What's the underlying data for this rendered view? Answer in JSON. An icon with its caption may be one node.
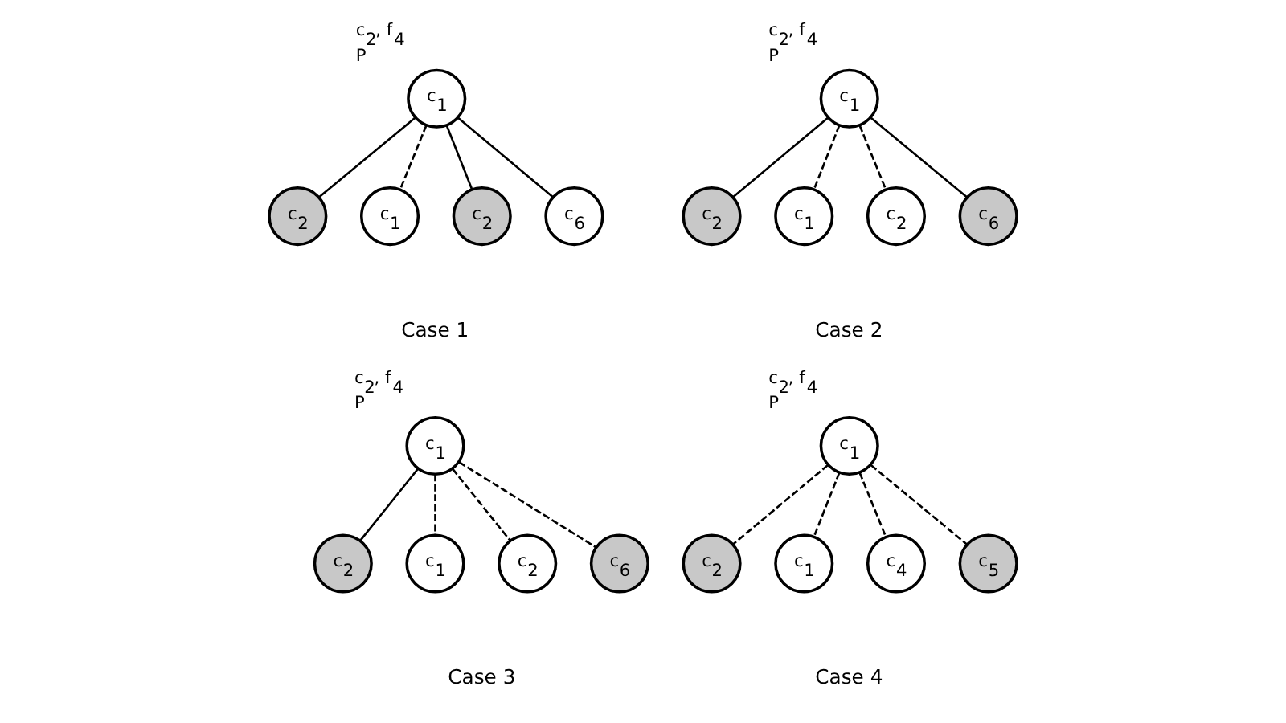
{
  "diagram": {
    "nodes": [
      {
        "text": [
          "c$_{1}$"
        ],
        "beside": [
          "c$_{2}$, f$_{4}$",
          "P"
        ]
      },
      {
        "text": [
          "c$_{2}$"
        ]
      },
      {
        "text": [
          "c$_{1}$"
        ]
      },
      {
        "text": [
          "c$_{2}$"
        ]
      },
      {
        "text": [
          "c$_{6}$"
        ]
      },
      {
        "text": [
          "c$_{1}$"
        ],
        "beside": [
          "c$_{2}$, f$_{4}$",
          "P"
        ]
      },
      {
        "text": [
          "c$_{2}$"
        ]
      },
      {
        "text": [
          "c$_{1}$"
        ]
      },
      {
        "text": [
          "c$_{2}$"
        ]
      },
      {
        "text": [
          "c$_{6}$"
        ]
      },
      {
        "text": [
          "c$_{1}$"
        ],
        "beside": [
          "c$_{2}$, f$_{4}$",
          "P"
        ]
      },
      {
        "text": [
          "c$_{2}$"
        ]
      },
      {
        "text": [
          "c$_{1}$"
        ]
      },
      {
        "text": [
          "c$_{2}$"
        ]
      },
      {
        "text": [
          "c$_{6}$"
        ]
      },
      {
        "text": [
          "c$_{1}$"
        ],
        "beside": [
          "c$_{2}$, f$_{4}$",
          "P"
        ]
      },
      {
        "text": [
          "c$_{2}$"
        ]
      },
      {
        "text": [
          "c$_{1}$"
        ]
      },
      {
        "text": [
          "c$_{4}$"
        ]
      },
      {
        "text": [
          "c$_{5}$"
        ]
      }
    ],
    "edges": [
      {
        "from": 0,
        "to": 1,
        "arrow": "none"
      },
      {
        "from": 0,
        "to": 2,
        "arrow": "none",
        "style": "dashed"
      },
      {
        "from": 0,
        "to": 3,
        "arrow": "none"
      },
      {
        "from": 0,
        "to": 4,
        "arrow": "none"
      },
      {
        "from": 5,
        "to": 6,
        "arrow": "none"
      },
      {
        "from": 5,
        "to": 7,
        "arrow": "none",
        "style": "dashed"
      },
      {
        "from": 5,
        "to": 8,
        "arrow": "none",
        "style": "dashed"
      },
      {
        "from": 5,
        "to": 9,
        "arrow": "none"
      },
      {
        "from": 10,
        "to": 11,
        "arrow": "none"
      },
      {
        "from": 10,
        "to": 12,
        "arrow": "none",
        "style": "dashed"
      },
      {
        "from": 10,
        "to": 13,
        "arrow": "none",
        "style": "dashed"
      },
      {
        "from": 10,
        "to": 14,
        "arrow": "none",
        "style": "dashed"
      },
      {
        "from": 15,
        "to": 16,
        "arrow": "none",
        "style": "dashed"
      },
      {
        "from": 15,
        "to": 17,
        "arrow": "none",
        "style": "dashed"
      },
      {
        "from": 15,
        "to": 18,
        "arrow": "none",
        "style": "dashed"
      },
      {
        "from": 15,
        "to": 19,
        "arrow": "none",
        "style": "dashed"
      }
    ],
    "labels": [
      "Case 1",
      "Case 2",
      "Case 3",
      "Case 4"
    ]
  }
}
